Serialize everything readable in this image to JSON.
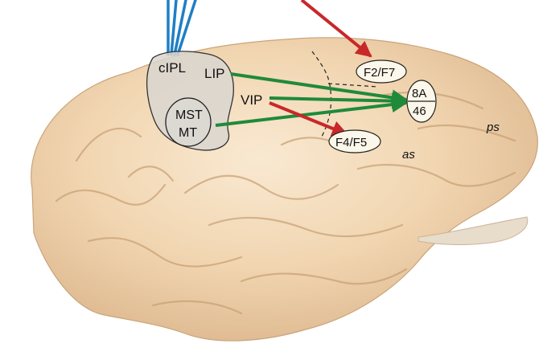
{
  "labels": {
    "cipl": "cIPL",
    "lip": "LIP",
    "vip": "VIP",
    "mst": "MST",
    "mt": "MT",
    "f2f7": "F2/F7",
    "area8a": "8A",
    "area46": "46",
    "f4f5": "F4/F5",
    "as": "as",
    "ps": "ps"
  },
  "colors": {
    "green_arrow": "#1f8a3a",
    "red_arrow": "#c8282a",
    "blue_lines": "#1f7fc4",
    "region_fill": "#d9d6d0",
    "label_fill": "#fbf7ea",
    "brain_base": "#f1d7b4"
  }
}
